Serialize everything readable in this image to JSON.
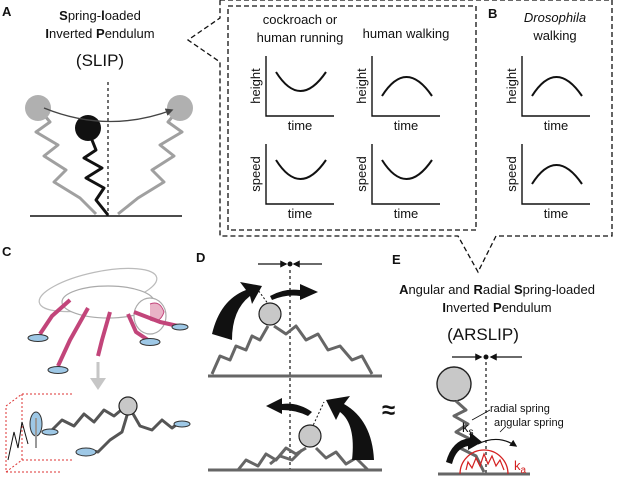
{
  "panels": {
    "a": {
      "letter": "A",
      "title": [
        {
          "initial": "S",
          "rest": "pring-"
        },
        {
          "initial": "l",
          "rest": "oaded"
        },
        {
          "initial": "I",
          "rest": "nverted "
        },
        {
          "initial": "P",
          "rest": "endulum"
        }
      ],
      "acronym": "(SLIP)"
    },
    "plots_inset": {
      "columns": [
        {
          "header_line1": "cockroach or",
          "header_line2": "human running",
          "height_shape": "valley",
          "speed_shape": "valley"
        },
        {
          "header_line1": "human walking",
          "header_line2": "",
          "height_shape": "hill",
          "speed_shape": "valley"
        }
      ]
    },
    "b": {
      "letter": "B",
      "header_italic": "Drosophila",
      "header_rest": "walking",
      "height_shape": "hill",
      "speed_shape": "hill"
    },
    "axes": {
      "height_label": "height",
      "speed_label": "speed",
      "time_label": "time"
    },
    "c": {
      "letter": "C"
    },
    "d": {
      "letter": "D"
    },
    "e": {
      "letter": "E",
      "title": [
        {
          "initial": "A",
          "rest": "ngular and "
        },
        {
          "initial": "R",
          "rest": "adial "
        },
        {
          "initial": "S",
          "rest": "pring-loaded"
        },
        {
          "initial": "I",
          "rest": "nverted "
        },
        {
          "initial": "P",
          "rest": "endulum"
        }
      ],
      "acronym": "(ARSLIP)",
      "approx_symbol": "≈",
      "radial_spring_label": "radial spring",
      "angular_spring_label": "angular spring",
      "ks_main": "k",
      "ks_sub": "s",
      "ka_main": "k",
      "ka_sub": "a"
    }
  },
  "colors": {
    "ink": "#111111",
    "spring_grey": "#8a8a8a",
    "light_grey": "#b0b0b0",
    "leg_pink": "#c2457a",
    "foot_blue": "#9ec8e6",
    "angular_red": "#d42020"
  }
}
